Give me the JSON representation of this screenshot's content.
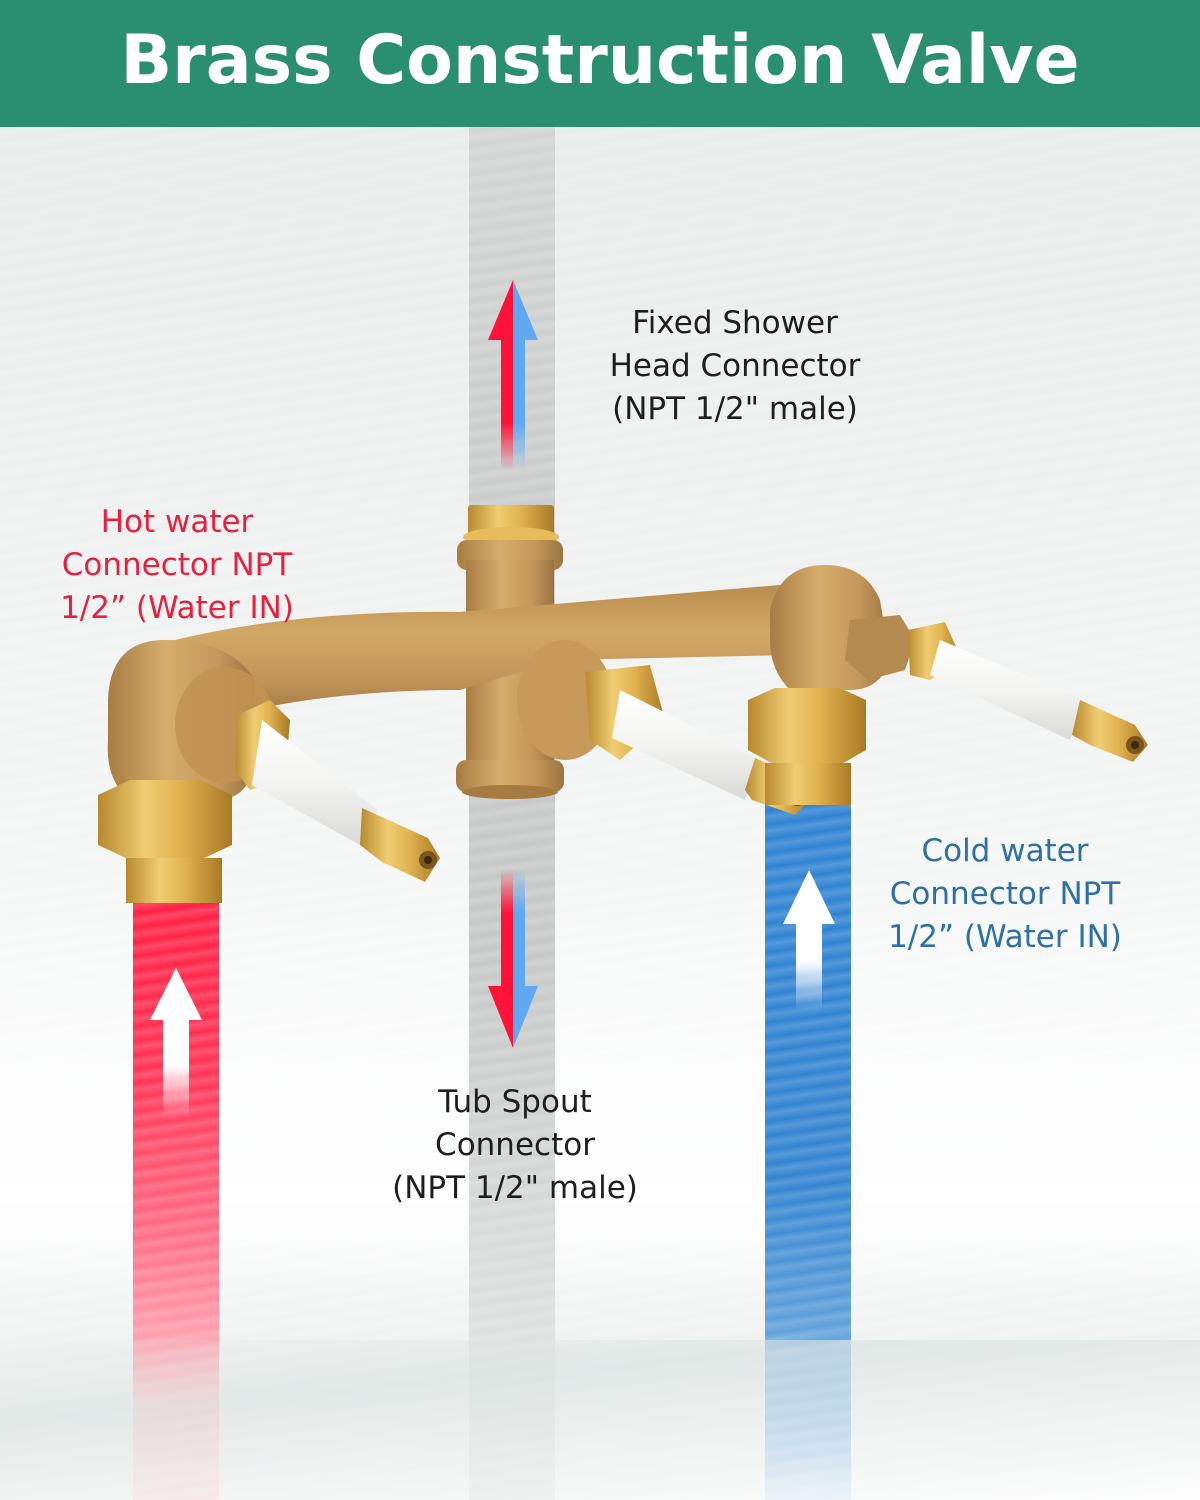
{
  "header": {
    "title": "Brass Construction Valve",
    "background_color": "#2a8f6e",
    "text_color": "#ffffff"
  },
  "labels": {
    "shower_head": {
      "lines": [
        "Fixed Shower",
        "Head Connector",
        "(NPT 1/2\" male)"
      ],
      "color": "#1e1e1e"
    },
    "hot_water": {
      "lines": [
        "Hot water",
        "Connector NPT",
        "1/2” (Water IN)"
      ],
      "color": "#e8203f"
    },
    "cold_water": {
      "lines": [
        "Cold water",
        "Connector NPT",
        "1/2” (Water IN)"
      ],
      "color": "#2d6fa8"
    },
    "tub_spout": {
      "lines": [
        "Tub Spout",
        "Connector",
        "(NPT 1/2\" male)"
      ],
      "color": "#1e1e1e"
    }
  },
  "flows": {
    "shower_out": {
      "direction": "up",
      "icon": "red-blue-arrow-up-icon"
    },
    "tub_out": {
      "direction": "down",
      "icon": "red-blue-arrow-down-icon"
    },
    "hot_in": {
      "direction": "up",
      "icon": "white-arrow-up-icon"
    },
    "cold_in": {
      "direction": "up",
      "icon": "white-arrow-up-icon"
    }
  },
  "colors": {
    "hot": "#ff1f43",
    "cold": "#2f83d2",
    "mixed_pipe": "#c9cbca",
    "brass": "#c79a4e"
  }
}
